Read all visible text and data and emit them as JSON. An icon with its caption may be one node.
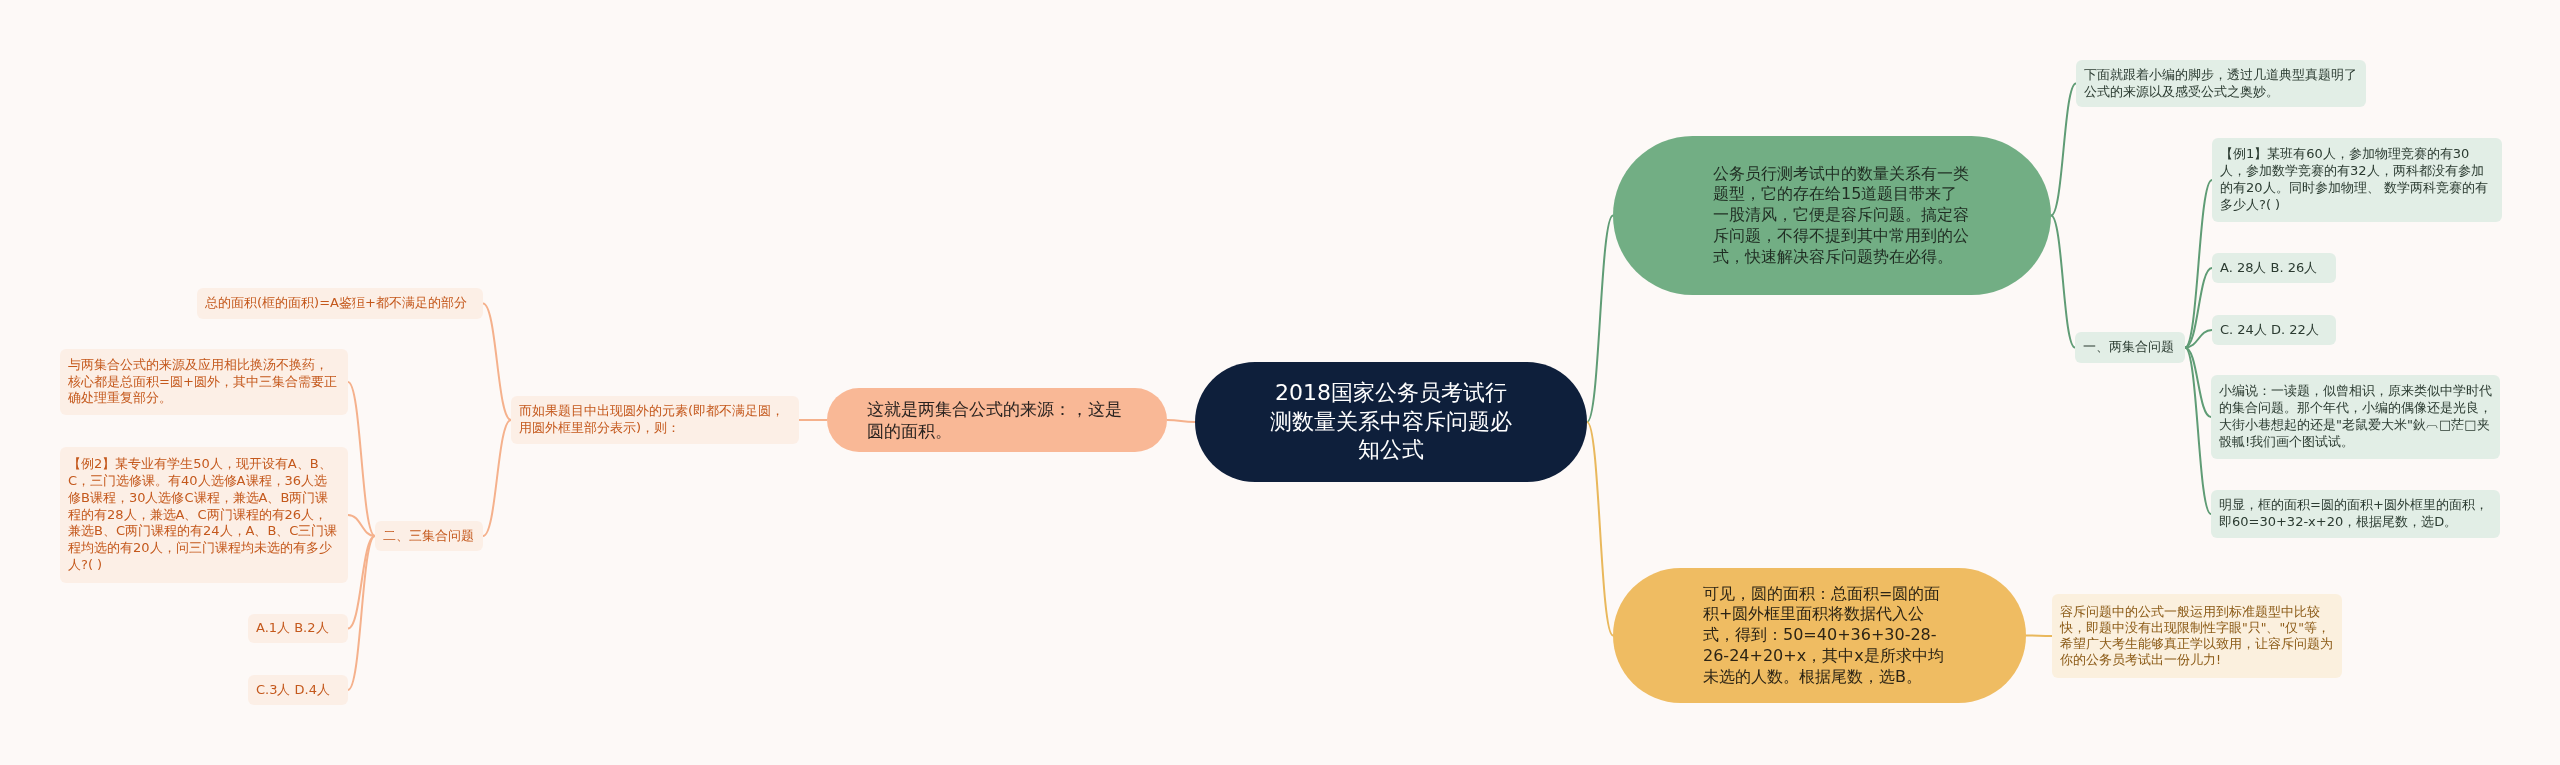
{
  "diagram": {
    "nodes": [
      {
        "text": [
          "2018国家公务员考试行测数量关系中容斥问题必知公式"
        ]
      },
      {
        "text": [
          "这就是两集合公式的来源：，这是圆的面积。"
        ]
      },
      {
        "text": [
          "而如果题目中出现圆外的元素(即都不满足圆，用圆外框里部分表示)，则："
        ]
      },
      {
        "text": [
          "总的面积(框的面积)=A鉴狟+都不满足的部分"
        ]
      },
      {
        "text": [
          "二、三集合问题"
        ]
      },
      {
        "text": [
          "与两集合公式的来源及应用相比换汤不换药，核心都是总面积=圆+圆外，其中三集合需要正确处理重复部分。"
        ]
      },
      {
        "text": [
          "【例2】某专业有学生50人，现开设有A、B、C，三门选修课。有40人选修A课程，36人选修B课程，30人选修C课程，兼选A、B两门课程的有28人，兼选A、C两门课程的有26人，兼选B、C两门课程的有24人，A、B、C三门课程均选的有20人，问三门课程均未选的有多少人?( )"
        ]
      },
      {
        "text": [
          "A.1人 B.2人"
        ]
      },
      {
        "text": [
          "C.3人 D.4人"
        ]
      },
      {
        "text": [
          "公务员行测考试中的数量关系有一类题型，它的存在给15道题目带来了一股清风，它便是容斥问题。搞定容斥问题，不得不提到其中常用到的公式，快速解决容斥问题势在必得。"
        ]
      },
      {
        "text": [
          "下面就跟着小编的脚步，透过几道典型真题明了公式的来源以及感受公式之奥妙。"
        ]
      },
      {
        "text": [
          "一、两集合问题"
        ]
      },
      {
        "text": [
          "【例1】某班有60人，参加物理竞赛的有30人，参加数学竞赛的有32人，两科都没有参加的有20人。同时参加物理、 数学两科竞赛的有多少人?( )"
        ]
      },
      {
        "text": [
          "A. 28人 B. 26人"
        ]
      },
      {
        "text": [
          "C. 24人 D. 22人"
        ]
      },
      {
        "text": [
          "小编说：一读题，似曾相识，原来类似中学时代的集合问题。那个年代，小编的偶像还是光良，大街小巷想起的还是\"老鼠爱大米\"鈥︹□茫□夹骰軱!我们画个图试试。"
        ]
      },
      {
        "text": [
          "明显，框的面积=圆的面积+圆外框里的面积，即60=30+32-x+20，根据尾数，选D。"
        ]
      },
      {
        "text": [
          "可见，圆的面积：总面积=圆的面积+圆外框里面积将数据代入公式，得到：50=40+36+30-28-26-24+20+x，其中x是所求中均未选的人数。根据尾数，选B。"
        ]
      },
      {
        "text": [
          "容斥问题中的公式一般运用到标准题型中比较快，即题中没有出现限制性字眼\"只\"、\"仅\"等，希望广大考生能够真正学以致用，让容斥问题为你的公务员考试出一份儿力!"
        ]
      }
    ],
    "edges": [
      {
        "from": 0,
        "to": 1,
        "arrow": "none",
        "color": "#f5b18c"
      },
      {
        "from": 1,
        "to": 2,
        "arrow": "none",
        "color": "#f5b18c"
      },
      {
        "from": 2,
        "to": 3,
        "arrow": "none",
        "color": "#f5b18c"
      },
      {
        "from": 2,
        "to": 4,
        "arrow": "none",
        "color": "#f5b18c"
      },
      {
        "from": 4,
        "to": 5,
        "arrow": "none",
        "color": "#f5b18c"
      },
      {
        "from": 4,
        "to": 6,
        "arrow": "none",
        "color": "#f5b18c"
      },
      {
        "from": 4,
        "to": 7,
        "arrow": "none",
        "color": "#f5b18c"
      },
      {
        "from": 4,
        "to": 8,
        "arrow": "none",
        "color": "#f5b18c"
      },
      {
        "from": 0,
        "to": 9,
        "arrow": "none",
        "color": "#5f9c75"
      },
      {
        "from": 9,
        "to": 10,
        "arrow": "none",
        "color": "#5f9c75"
      },
      {
        "from": 9,
        "to": 11,
        "arrow": "none",
        "color": "#5f9c75"
      },
      {
        "from": 11,
        "to": 12,
        "arrow": "none",
        "color": "#5f9c75"
      },
      {
        "from": 11,
        "to": 13,
        "arrow": "none",
        "color": "#5f9c75"
      },
      {
        "from": 11,
        "to": 14,
        "arrow": "none",
        "color": "#5f9c75"
      },
      {
        "from": 11,
        "to": 15,
        "arrow": "none",
        "color": "#5f9c75"
      },
      {
        "from": 11,
        "to": 16,
        "arrow": "none",
        "color": "#5f9c75"
      },
      {
        "from": 0,
        "to": 17,
        "arrow": "none",
        "color": "#e9b85c"
      },
      {
        "from": 17,
        "to": 18,
        "arrow": "none",
        "color": "#e9b85c"
      }
    ]
  }
}
